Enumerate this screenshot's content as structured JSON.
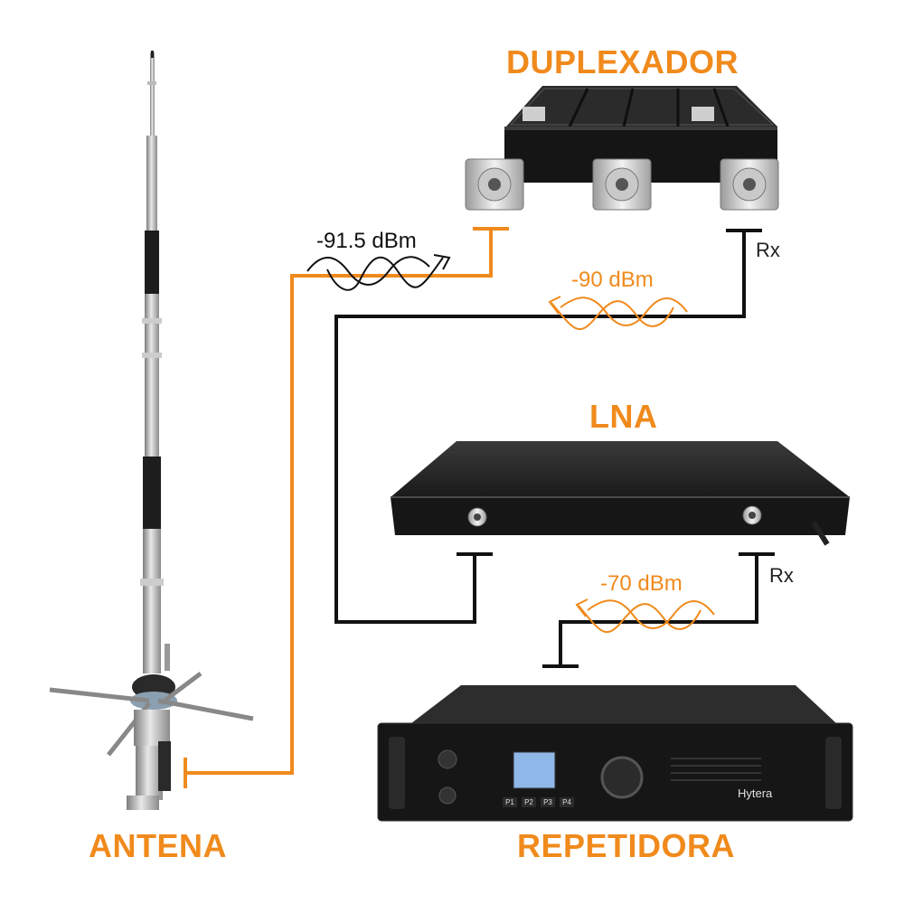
{
  "colors": {
    "accent": "#F08A1C",
    "line": "#111111",
    "device": "#1c1c1c"
  },
  "labels": {
    "duplexer": "DUPLEXADOR",
    "lna": "LNA",
    "antenna": "ANTENA",
    "repeater": "REPETIDORA"
  },
  "signals": {
    "antenna_to_duplexer": "-91.5 dBm",
    "duplexer_rx": "-90 dBm",
    "lna_rx": "-70 dBm"
  },
  "ports": {
    "duplexer_rx": "Rx",
    "lna_rx": "Rx"
  },
  "repeater": {
    "brand": "Hytera",
    "buttons": [
      "P1",
      "P2",
      "P3",
      "P4"
    ]
  },
  "icons": [
    "antenna-icon",
    "duplexer-icon",
    "lna-icon",
    "repeater-icon",
    "wave-arrow-icon"
  ]
}
